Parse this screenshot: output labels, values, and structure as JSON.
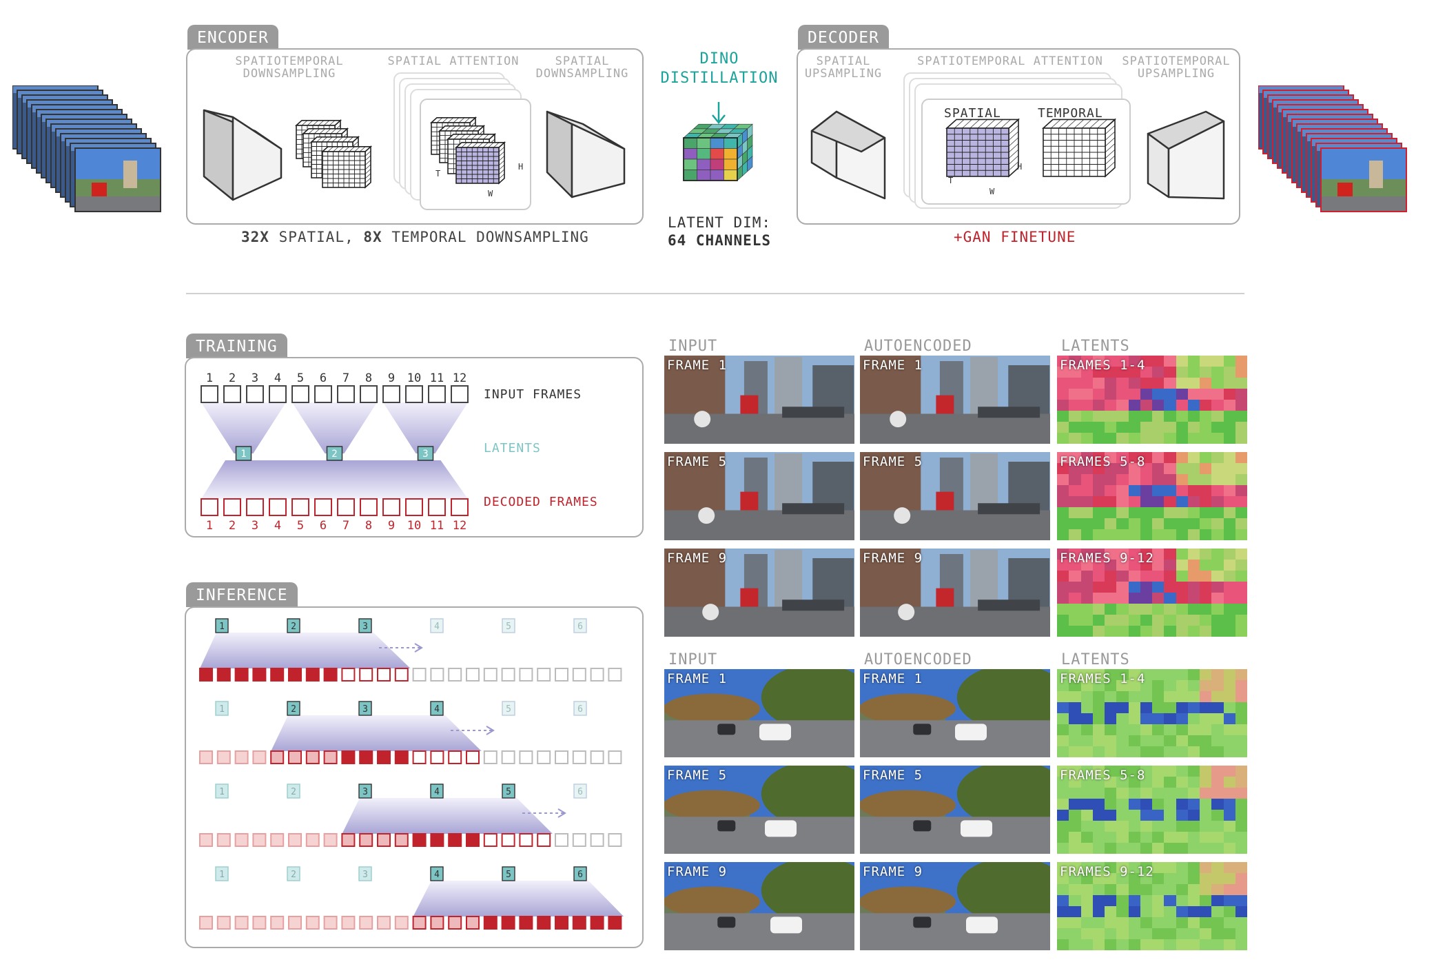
{
  "colors": {
    "teal": "#1aa39a",
    "red": "#c0232b",
    "gray": "#9a9a9a",
    "purple": "#b9b5e0",
    "latent": "#7cc5c4"
  },
  "encoder": {
    "tab": "ENCODER",
    "sub1": "SPATIOTEMPORAL\nDOWNSAMPLING",
    "sub2": "SPATIAL ATTENTION",
    "sub3": "SPATIAL\nDOWNSAMPLING",
    "axis_t": "T",
    "axis_h": "H",
    "axis_w": "W",
    "caption_a": "32X",
    "caption_b": " SPATIAL, ",
    "caption_c": "8X",
    "caption_d": " TEMPORAL DOWNSAMPLING"
  },
  "dino": {
    "title": "DINO\nDISTILLATION",
    "latent_line1": "LATENT DIM:",
    "latent_line2": "64 CHANNELS"
  },
  "decoder": {
    "tab": "DECODER",
    "sub1": "SPATIAL\nUPSAMPLING",
    "sub2": "SPATIOTEMPORAL ATTENTION",
    "sub3": "SPATIOTEMPORAL\nUPSAMPLING",
    "spatial": "SPATIAL",
    "temporal": "TEMPORAL",
    "axis_t": "T",
    "axis_h": "H",
    "axis_w": "W",
    "caption": "+GAN FINETUNE"
  },
  "training": {
    "tab": "TRAINING",
    "frame_numbers": [
      "1",
      "2",
      "3",
      "4",
      "5",
      "6",
      "7",
      "8",
      "9",
      "10",
      "11",
      "12"
    ],
    "input_label": "INPUT FRAMES",
    "latents_label": "LATENTS",
    "decoded_label": "DECODED FRAMES",
    "latent_ids": [
      "1",
      "2",
      "3"
    ]
  },
  "inference": {
    "tab": "INFERENCE",
    "latent_ids": [
      "1",
      "2",
      "3",
      "4",
      "5",
      "6"
    ],
    "rows": [
      {
        "active": [
          1,
          2,
          3
        ],
        "faded": [],
        "ghost": [
          4,
          5,
          6
        ],
        "solid": 8,
        "outlined": 4,
        "pale": 0,
        "mid": 0
      },
      {
        "active": [
          2,
          3,
          4
        ],
        "faded": [
          1
        ],
        "ghost": [
          5,
          6
        ],
        "solid": 4,
        "outlined": 4,
        "pale": 4,
        "mid": 4
      },
      {
        "active": [
          3,
          4,
          5
        ],
        "faded": [
          1,
          2
        ],
        "ghost": [
          6
        ],
        "solid": 4,
        "outlined": 4,
        "pale": 8,
        "mid": 4
      },
      {
        "active": [
          4,
          5,
          6
        ],
        "faded": [
          1,
          2,
          3
        ],
        "ghost": [],
        "solid": 8,
        "outlined": 0,
        "pale": 12,
        "mid": 4
      }
    ]
  },
  "gallery": [
    {
      "headers": [
        "INPUT",
        "AUTOENCODED",
        "LATENTS"
      ],
      "rows": [
        {
          "frame": "FRAME 1",
          "latent": "FRAMES 1-4"
        },
        {
          "frame": "FRAME 5",
          "latent": "FRAMES 5-8"
        },
        {
          "frame": "FRAME 9",
          "latent": "FRAMES 9-12"
        }
      ]
    },
    {
      "headers": [
        "INPUT",
        "AUTOENCODED",
        "LATENTS"
      ],
      "rows": [
        {
          "frame": "FRAME 1",
          "latent": "FRAMES 1-4"
        },
        {
          "frame": "FRAME 5",
          "latent": "FRAMES 5-8"
        },
        {
          "frame": "FRAME 9",
          "latent": "FRAMES 9-12"
        }
      ]
    }
  ]
}
